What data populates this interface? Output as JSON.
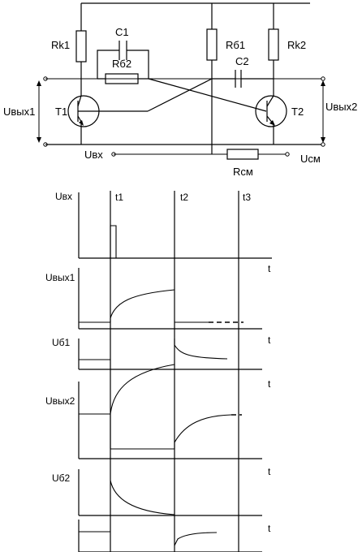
{
  "schematic": {
    "resistors": {
      "rk1": "Rk1",
      "rb2": "Rб2",
      "rb1": "Rб1",
      "rk2": "Rk2",
      "rsm": "Rсм"
    },
    "capacitors": {
      "c1": "C1",
      "c2": "C2"
    },
    "transistors": {
      "t1": "T1",
      "t2": "T2"
    },
    "terminals": {
      "uvyh1": "Uвых1",
      "uvyh2": "Uвых2",
      "uvh": "Uвх",
      "usm": "Uсм"
    }
  },
  "timing_diagram": {
    "time_markers": [
      "t1",
      "t2",
      "t3"
    ],
    "time_axis_label": "t",
    "traces": [
      {
        "label": "Uвх"
      },
      {
        "label": "Uвых1"
      },
      {
        "label": "Uб1"
      },
      {
        "label": "Uвых2"
      },
      {
        "label": "Uб2"
      }
    ]
  },
  "colors": {
    "ink": "#000000",
    "background": "#ffffff"
  }
}
